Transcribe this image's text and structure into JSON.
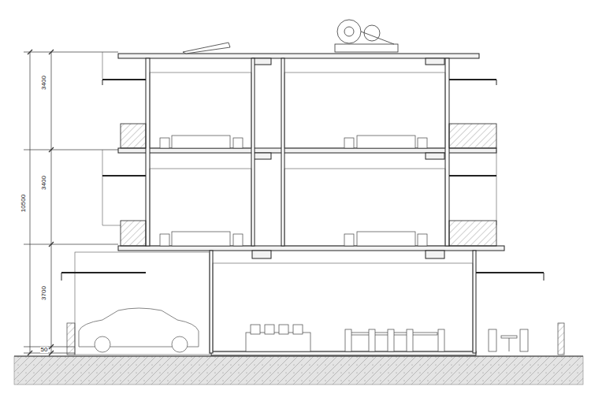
{
  "diagram": {
    "labels": [
      "10500",
      "3400",
      "3400",
      "3700",
      "50"
    ]
  }
}
